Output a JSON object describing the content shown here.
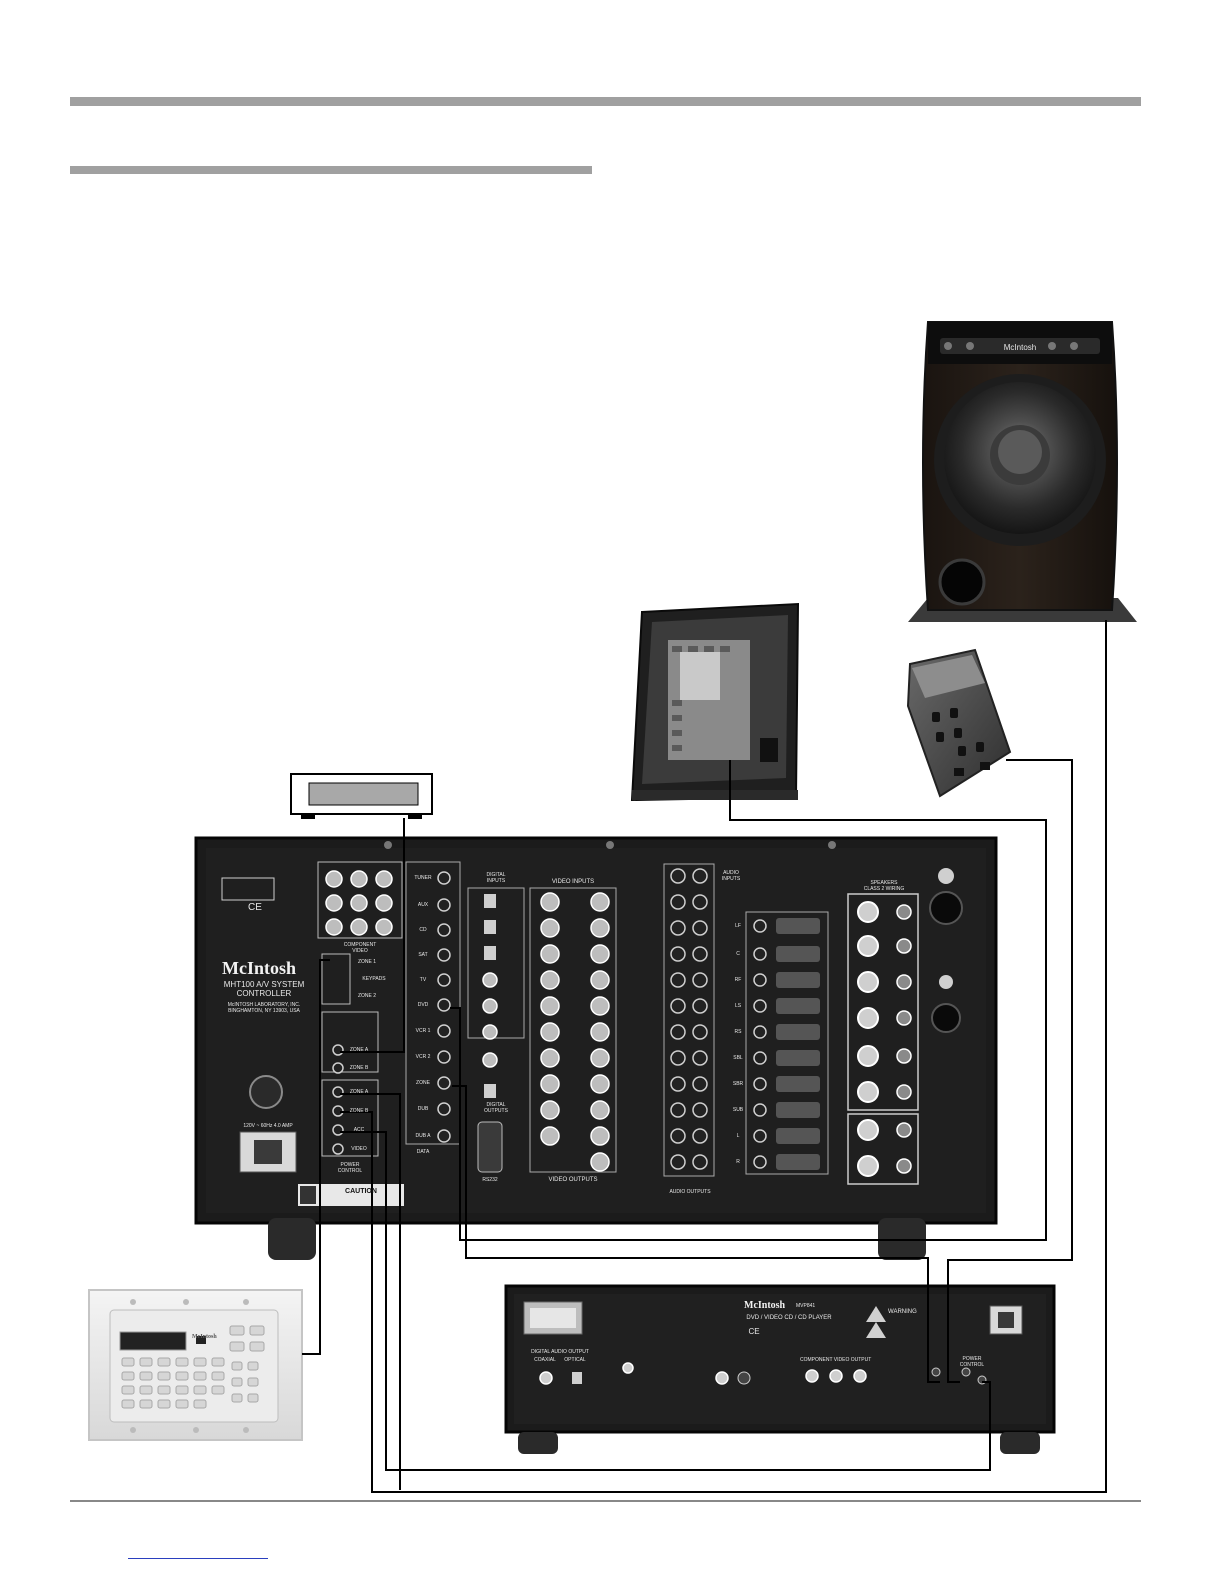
{
  "receiver": {
    "brand": "McIntosh",
    "model": "MHT100 A/V SYSTEM\nCONTROLLER",
    "address": "McINTOSH LABORATORY, INC.\nBINGHAMTON, NY 13903, USA",
    "ce": "CE",
    "input_labels": [
      "TUNER",
      "AUX",
      "CD",
      "SAT",
      "TV",
      "DVD",
      "VCR 1",
      "VCR 2",
      "ZONE",
      "DUB",
      "DUB A",
      "DATA"
    ],
    "video_inputs_label": "VIDEO INPUTS",
    "video_outputs_label": "VIDEO OUTPUTS",
    "audio_inputs_label": "AUDIO INPUTS",
    "audio_outputs_label": "AUDIO OUTPUTS",
    "speakers_label": "SPEAKERS\nCLASS 2 WIRING",
    "component_video_label": "COMPONENT\nVIDEO",
    "digital_inputs_label": "DIGITAL\nINPUTS",
    "digital_outputs_label": "DIGITAL\nOUTPUTS",
    "power_control_label": "POWER\nCONTROL",
    "caution_label": "CAUTION",
    "rs232_label": "RS232",
    "mains_label": "120V ~ 60Hz 4.0 AMP",
    "channel_labels": [
      "LF",
      "C",
      "RF",
      "LS",
      "RS",
      "SBL",
      "SBR",
      "SUB",
      "L",
      "R"
    ],
    "zone_labels": [
      "ZONE A",
      "ZONE B",
      "ZONE A",
      "ZONE B",
      "ACC",
      "VIDEO"
    ],
    "ir_labels": [
      "ZONE 1",
      "ZONE 2",
      "KEYPADS"
    ]
  },
  "dvd_player": {
    "brand": "McIntosh",
    "model": "MVP841",
    "title": "DVD / VIDEO CD / CD PLAYER",
    "digital_audio_label": "DIGITAL AUDIO OUTPUT",
    "coaxial_label": "COAXIAL",
    "optical_label": "OPTICAL",
    "component_label": "COMPONENT VIDEO OUTPUT",
    "power_control_label": "POWER CONTROL",
    "warning_label": "WARNING",
    "ce": "CE"
  },
  "subwoofer": {
    "brand": "McIntosh"
  },
  "wall_keypad": {
    "brand": "McIntosh"
  },
  "colors": {
    "rule": "#a0a0a0",
    "chassis": "#1c1c1c",
    "wire": "#000000"
  },
  "icons": [
    "subwoofer-icon",
    "junction-box-icon",
    "power-strip-icon",
    "tuner-icon",
    "keypad-icon"
  ]
}
